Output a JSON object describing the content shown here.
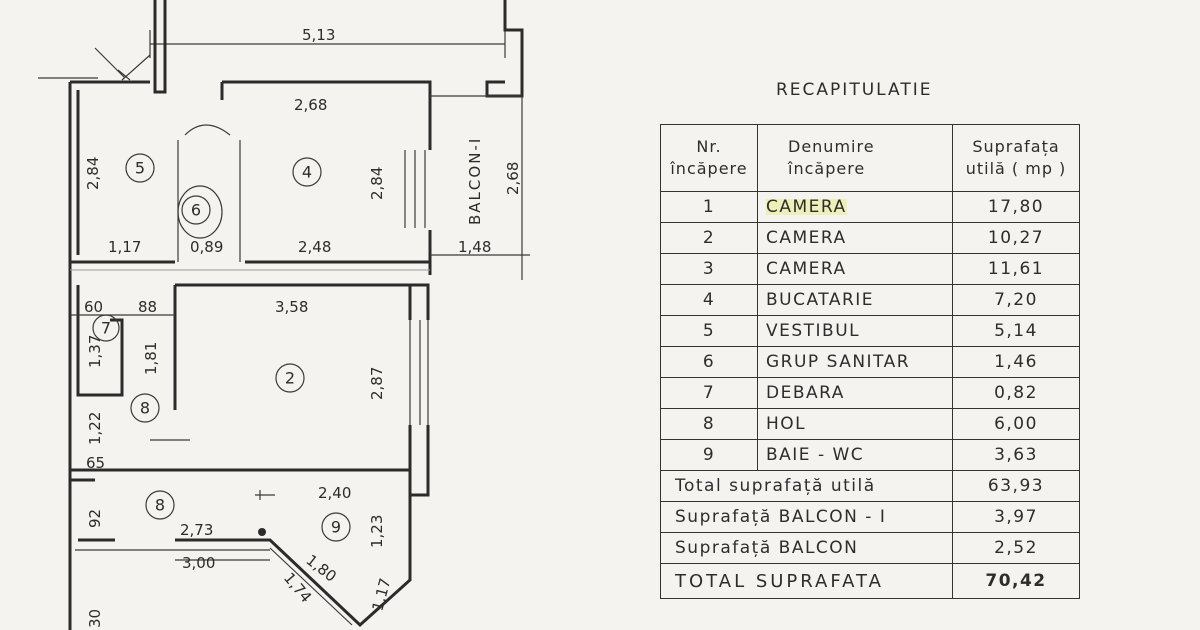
{
  "plan": {
    "dimensions": [
      "5,13",
      "2,68",
      "2,84",
      "2,84",
      "2,68",
      "1,17",
      "0,89",
      "2,48",
      "1,48",
      "3,58",
      "60",
      "88",
      "1,37",
      "1,81",
      "2,87",
      "1,22",
      "65",
      "2,40",
      "92",
      "2,73",
      "1,23",
      "3,00",
      "1,80",
      "1,74",
      "1,17",
      "30"
    ],
    "room_numbers": [
      "5",
      "4",
      "6",
      "7",
      "2",
      "8",
      "8",
      "9"
    ],
    "balcony_label": "BALCON-I"
  },
  "recap": {
    "title": "RECAPITULATIE",
    "headers": {
      "nr": [
        "Nr.",
        "încăpere"
      ],
      "name": [
        "Denumire",
        "încăpere"
      ],
      "area": [
        "Suprafața",
        "utilă ( mp )"
      ]
    },
    "rows": [
      {
        "nr": "1",
        "name": "CAMERA",
        "area": "17,80"
      },
      {
        "nr": "2",
        "name": "CAMERA",
        "area": "10,27"
      },
      {
        "nr": "3",
        "name": "CAMERA",
        "area": "11,61"
      },
      {
        "nr": "4",
        "name": "BUCATARIE",
        "area": "7,20"
      },
      {
        "nr": "5",
        "name": "VESTIBUL",
        "area": "5,14"
      },
      {
        "nr": "6",
        "name": "GRUP SANITAR",
        "area": "1,46"
      },
      {
        "nr": "7",
        "name": "DEBARA",
        "area": "0,82"
      },
      {
        "nr": "8",
        "name": "HOL",
        "area": "6,00"
      },
      {
        "nr": "9",
        "name": "BAIE - WC",
        "area": "3,63"
      }
    ],
    "totals": [
      {
        "label": "Total  suprafață  utilă",
        "value": "63,93"
      },
      {
        "label": "Suprafață BALCON - I",
        "value": "3,97"
      },
      {
        "label": "Suprafață  BALCON",
        "value": "2,52"
      },
      {
        "label": "TOTAL   SUPRAFATA",
        "value": "70,42"
      }
    ]
  }
}
